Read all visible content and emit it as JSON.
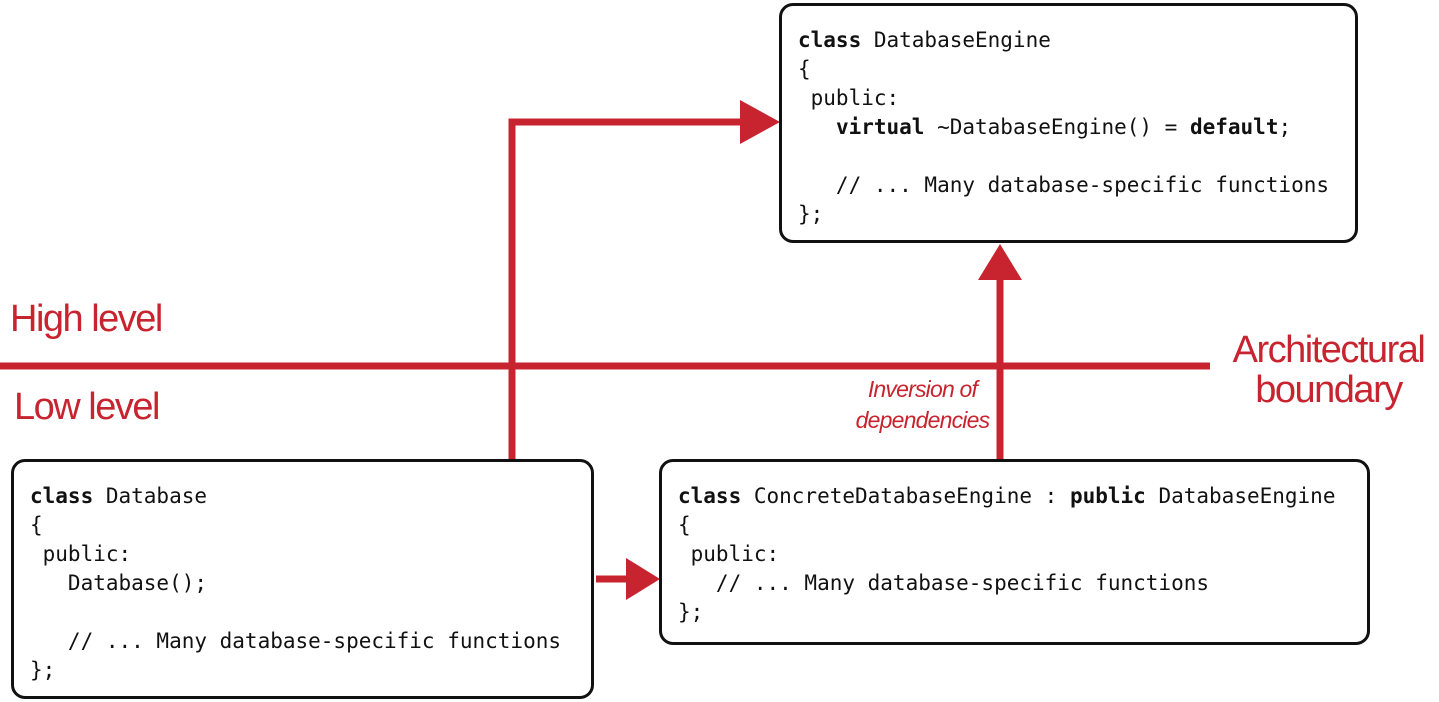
{
  "colors": {
    "accent": "#c8242f",
    "ink": "#111111",
    "background": "#ffffff"
  },
  "labels": {
    "high_level": "High level",
    "low_level": "Low level",
    "boundary_line1": "Architectural",
    "boundary_line2": "boundary",
    "inversion_line1": "Inversion of",
    "inversion_line2": "dependencies"
  },
  "boxes": {
    "engine": {
      "kw_class": "class",
      "name": " DatabaseEngine",
      "open": "{",
      "access": " public:",
      "dtor_indent": "   ",
      "kw_virtual": "virtual",
      "dtor": " ~DatabaseEngine() = ",
      "kw_default": "default",
      "dtor_end": ";",
      "comment": "   // ... Many database-specific functions",
      "close": "};"
    },
    "database": {
      "kw_class": "class",
      "name": " Database",
      "open": "{",
      "access": " public:",
      "ctor": "   Database();",
      "comment": "   // ... Many database-specific functions",
      "close": "};"
    },
    "concrete": {
      "kw_class": "class",
      "name": " ConcreteDatabaseEngine : ",
      "kw_public": "public",
      "base": " DatabaseEngine",
      "open": "{",
      "access": " public:",
      "comment": "   // ... Many database-specific functions",
      "close": "};"
    }
  }
}
